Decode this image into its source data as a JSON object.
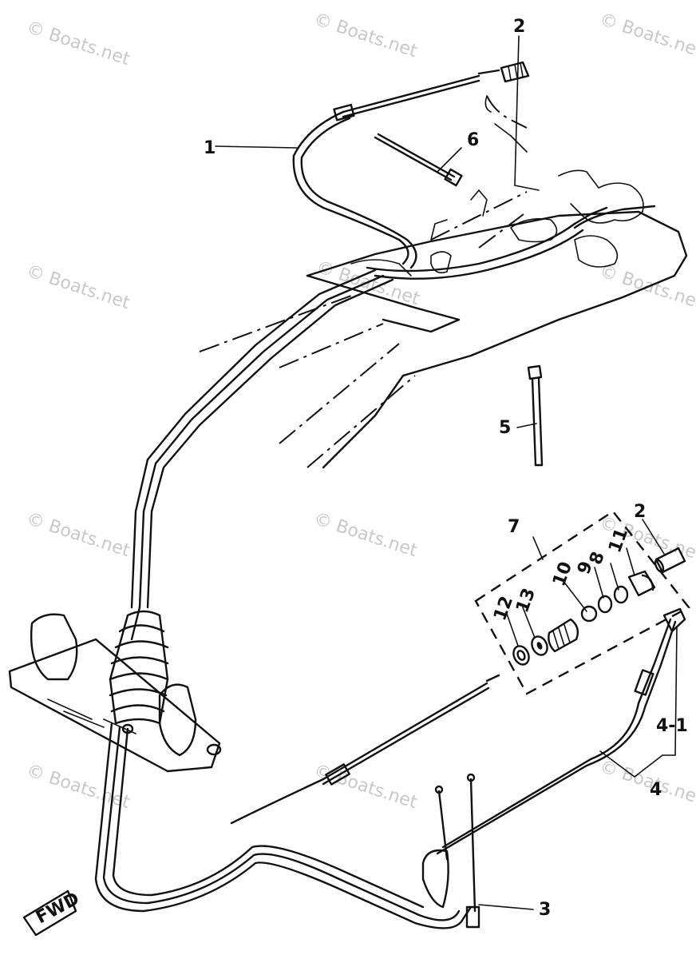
{
  "diagram": {
    "part_labels": [
      {
        "id": "1",
        "text": "1"
      },
      {
        "id": "2a",
        "text": "2"
      },
      {
        "id": "2b",
        "text": "2"
      },
      {
        "id": "3",
        "text": "3"
      },
      {
        "id": "4",
        "text": "4"
      },
      {
        "id": "4-1",
        "text": "4-1"
      },
      {
        "id": "5",
        "text": "5"
      },
      {
        "id": "6",
        "text": "6"
      },
      {
        "id": "7",
        "text": "7"
      },
      {
        "id": "8",
        "text": "8"
      },
      {
        "id": "9",
        "text": "9"
      },
      {
        "id": "10",
        "text": "10"
      },
      {
        "id": "11",
        "text": "11"
      },
      {
        "id": "12",
        "text": "12"
      },
      {
        "id": "13",
        "text": "13"
      }
    ],
    "fwd_label": "FWD",
    "watermark": "© Boats.net"
  }
}
